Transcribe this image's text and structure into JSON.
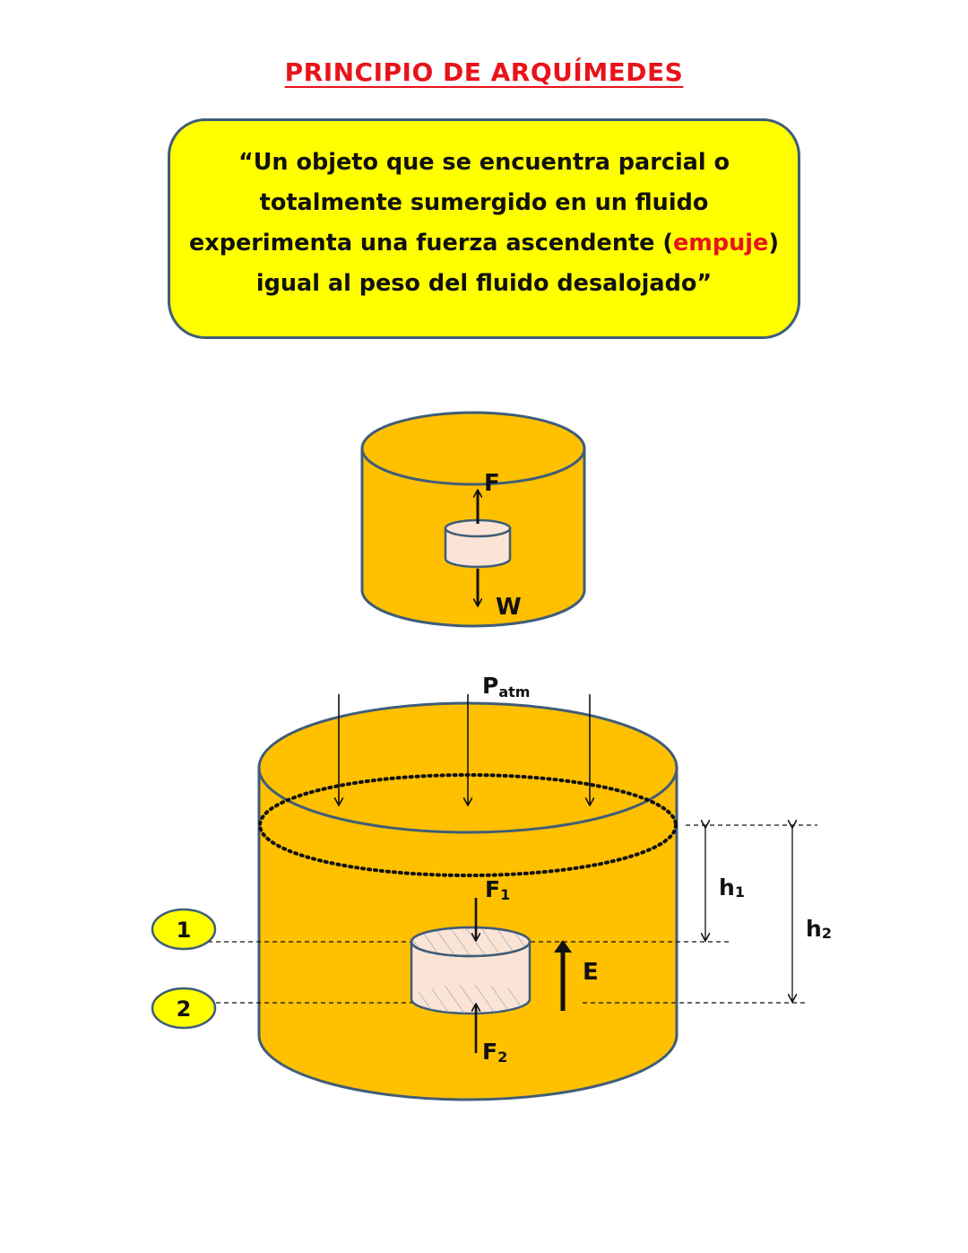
{
  "title": "PRINCIPIO DE ARQUÍMEDES",
  "principle": {
    "part1": "“Un objeto que se encuentra parcial o totalmente sumergido en un fluido experimenta una fuerza ascendente (",
    "highlight": "empuje",
    "part2": ") igual al peso del fluido desalojado”"
  },
  "diagram_small": {
    "force_up_label": "F",
    "weight_label": "W"
  },
  "diagram_large": {
    "pressure_label_main": "P",
    "pressure_label_sub": "atm",
    "force_top_label_main": "F",
    "force_top_label_sub": "1",
    "force_bottom_label_main": "F",
    "force_bottom_label_sub": "2",
    "buoyancy_label": "E",
    "level_1_label": "1",
    "level_2_label": "2",
    "depth_1_main": "h",
    "depth_1_sub": "1",
    "depth_2_main": "h",
    "depth_2_sub": "2"
  },
  "colors": {
    "fluid": "#ffc000",
    "container_outline": "#3f5d78",
    "object": "#fbe4d5",
    "title": "#e8141b",
    "box": "#ffff00"
  }
}
